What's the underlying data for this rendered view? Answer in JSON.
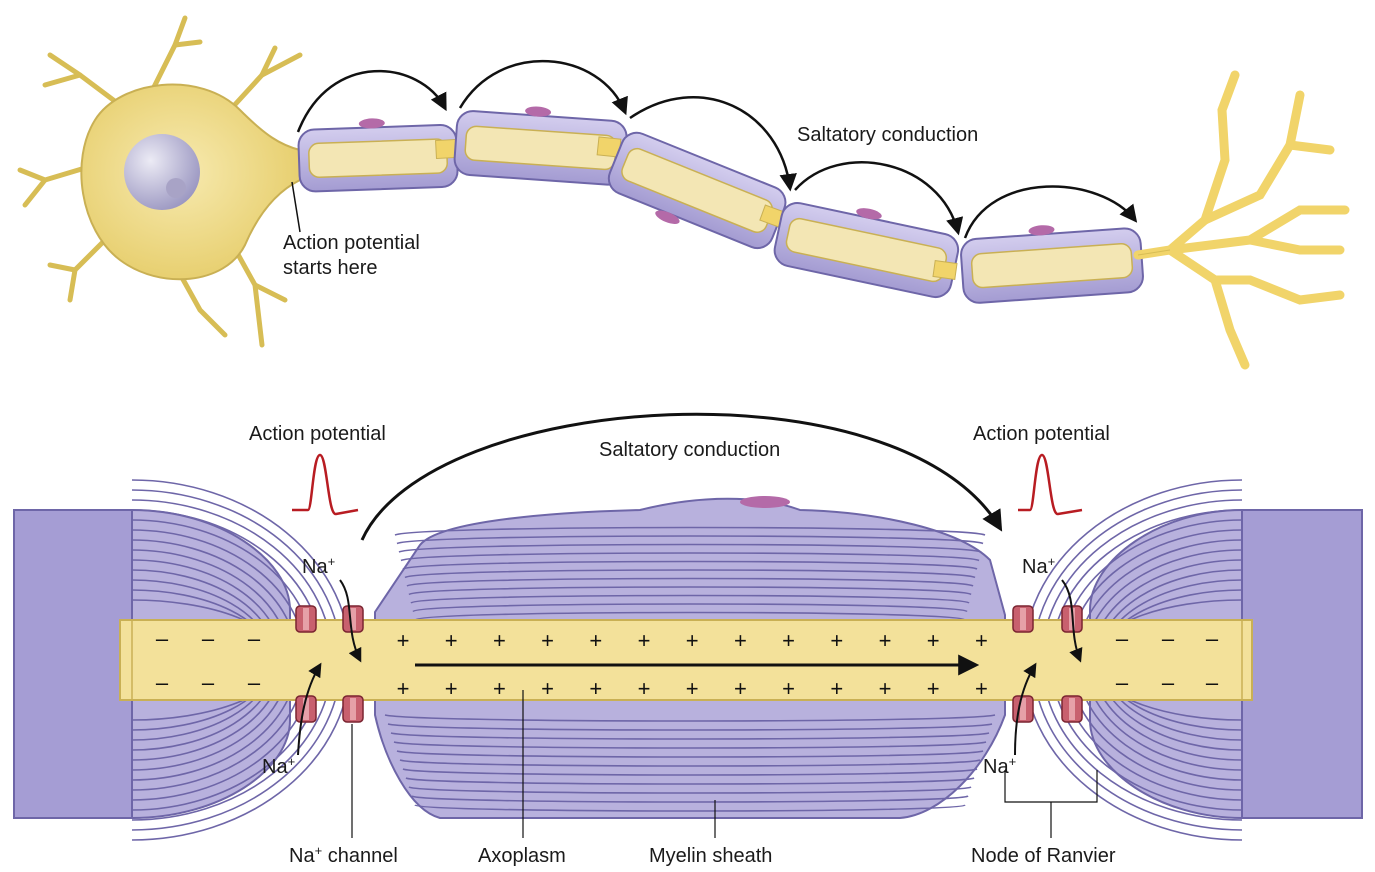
{
  "top_panel": {
    "label_saltatory": "Saltatory conduction",
    "label_start_line1": "Action potential",
    "label_start_line2": "starts here"
  },
  "bottom_panel": {
    "label_ap_left": "Action potential",
    "label_ap_right": "Action potential",
    "label_saltatory": "Saltatory conduction",
    "na_symbol": "Na",
    "na_superscript": "+",
    "label_channel_suffix": " channel",
    "label_axoplasm": "Axoplasm",
    "label_myelin": "Myelin sheath",
    "label_node": "Node of Ranvier",
    "plus_sign": "+",
    "minus_sign": "–"
  },
  "colors": {
    "neuron_yellow": "#f3e19a",
    "neuron_outline": "#c9b054",
    "myelin_purple": "#b8b1dd",
    "myelin_line": "#6e66a8",
    "nucleus_pink": "#b46aa8",
    "channel_red": "#c8606e",
    "ap_red": "#b81c22"
  }
}
